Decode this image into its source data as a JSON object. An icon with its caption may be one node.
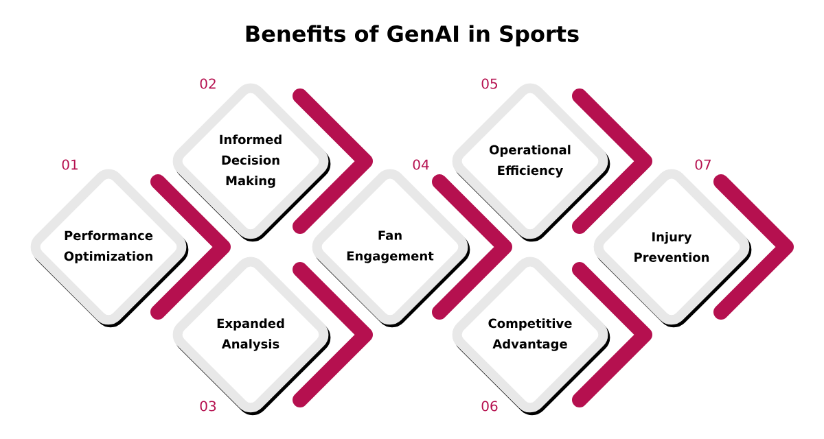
{
  "diagram": {
    "title": "Benefits of GenAI in Sports",
    "nodes": [
      {
        "text": [
          "Performance Optimization"
        ],
        "beside": [
          "01"
        ]
      },
      {
        "text": [
          "Informed Decision Making"
        ],
        "beside": [
          "02"
        ]
      },
      {
        "text": [
          "Expanded Analysis"
        ],
        "beside": [
          "03"
        ]
      },
      {
        "text": [
          "Fan Engagement"
        ],
        "beside": [
          "04"
        ]
      },
      {
        "text": [
          "Operational Efficiency"
        ],
        "beside": [
          "05"
        ]
      },
      {
        "text": [
          "Competitive Advantage"
        ],
        "beside": [
          "06"
        ]
      },
      {
        "text": [
          "Injury Prevention"
        ],
        "beside": [
          "07"
        ]
      }
    ]
  }
}
